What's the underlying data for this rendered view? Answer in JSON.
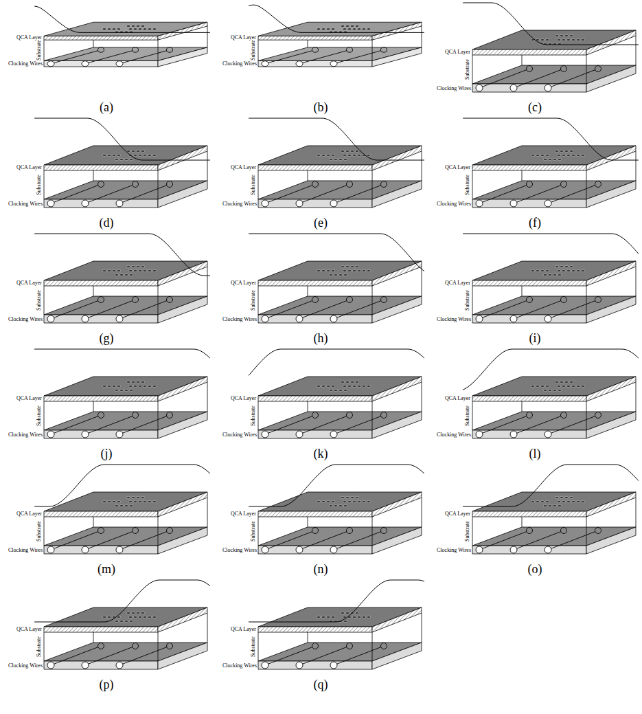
{
  "diagram": {
    "labels": [
      "QCA Layer",
      "Substrate",
      "Clocking Wires",
      "(a)",
      "QCA Layer",
      "Substrate",
      "Clocking Wires",
      "(b)",
      "QCA Layer",
      "Substrate",
      "Clocking Wires",
      "(c)",
      "QCA Layer",
      "Substrate",
      "Clocking Wires",
      "(d)",
      "QCA Layer",
      "Substrate",
      "Clocking Wires",
      "(e)",
      "QCA Layer",
      "Substrate",
      "Clocking Wires",
      "(f)",
      "QCA Layer",
      "Substrate",
      "Clocking Wires",
      "(g)",
      "QCA Layer",
      "Substrate",
      "Clocking Wires",
      "(h)",
      "QCA Layer",
      "Substrate",
      "Clocking Wires",
      "(i)",
      "QCA Layer",
      "Substrate",
      "Clocking Wires",
      "(j)",
      "QCA Layer",
      "Substrate",
      "Clocking Wires",
      "(k)",
      "QCA Layer",
      "Substrate",
      "Clocking Wires",
      "(l)",
      "QCA Layer",
      "Substrate",
      "Clocking Wires",
      "(m)",
      "QCA Layer",
      "Substrate",
      "Clocking Wires",
      "(n)",
      "QCA Layer",
      "Substrate",
      "Clocking Wires",
      "(o)",
      "QCA Layer",
      "Substrate",
      "Clocking Wires",
      "(p)",
      "QCA Layer",
      "Substrate",
      "Clocking Wires",
      "(q)"
    ]
  }
}
